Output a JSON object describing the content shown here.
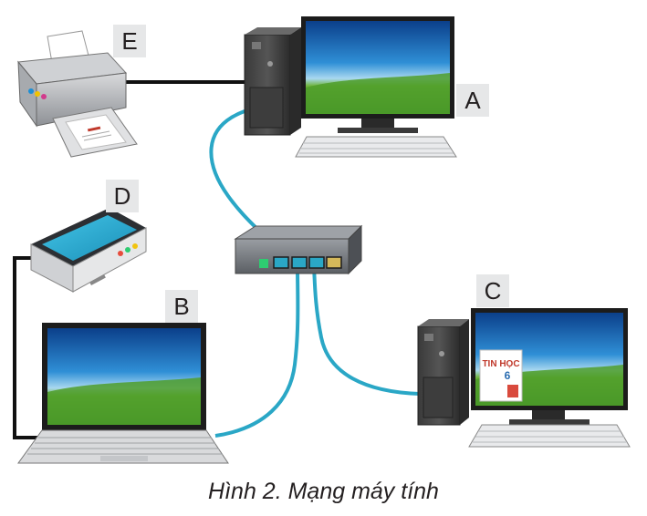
{
  "labels": {
    "a": "A",
    "b": "B",
    "c": "C",
    "d": "D",
    "e": "E"
  },
  "caption": "Hình 2. Mạng máy tính",
  "book": {
    "title": "TIN HỌC",
    "number": "6"
  },
  "colors": {
    "cable_blue": "#2aa7c6",
    "cable_black": "#111111",
    "label_bg": "#e6e7e8"
  }
}
